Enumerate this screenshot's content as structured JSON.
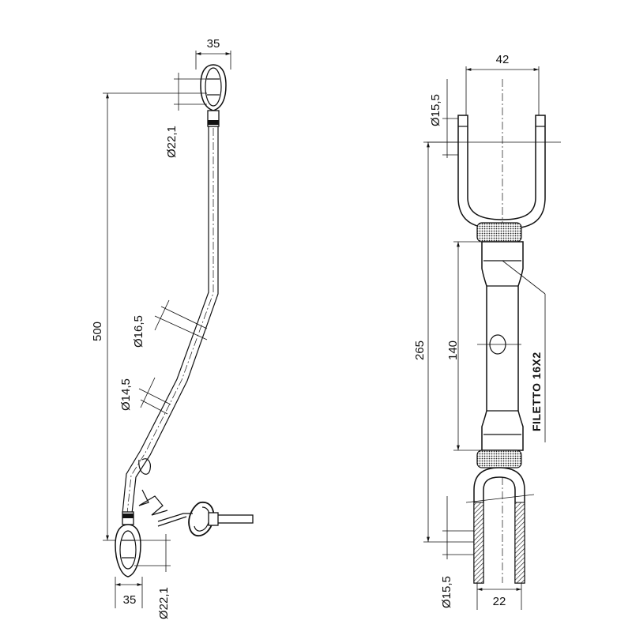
{
  "drawing": {
    "left_view": {
      "top_eye_width": "35",
      "top_ball_dia": "Ø22,1",
      "overall_length": "500",
      "rod_dia_upper": "Ø16,5",
      "rod_dia_lower": "Ø14,5",
      "bottom_eye_width": "35",
      "bottom_ball_dia": "Ø22,1"
    },
    "right_view": {
      "fork_width": "42",
      "top_pin_dia": "Ø15,5",
      "overall_length": "265",
      "turnbuckle_length": "140",
      "thread_label": "FILETTO 16X2",
      "bottom_pin_dia": "Ø15,5",
      "bottom_fork_width": "22"
    }
  }
}
